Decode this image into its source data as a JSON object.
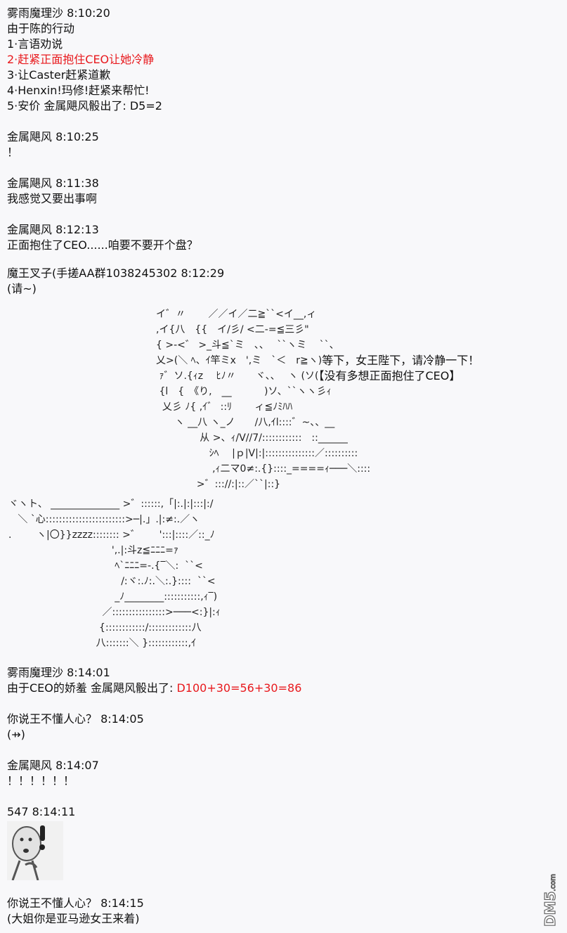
{
  "messages": [
    {
      "header": "雾雨魔理沙 8:10:20",
      "lines": [
        "由于陈的行动",
        "1·言语劝说",
        "2·赶紧正面抱住CEO让她冷静",
        "3·让Caster赶紧道歉",
        "4·Henxin!玛修!赶紧来帮忙!",
        "5·安价 金属飓风骰出了: D5=2"
      ]
    },
    {
      "header": "金属飓风 8:10:25",
      "lines": [
        "！"
      ]
    },
    {
      "header": "金属飓风 8:11:38",
      "lines": [
        "我感觉又要出事啊"
      ]
    },
    {
      "header": "金属飓风 8:12:13",
      "lines": [
        "正面抱住了CEO......咱要不要开个盘？"
      ]
    },
    {
      "header": "魔王叉子(手搓AA群1038245302 8:12:29",
      "lines": [
        "(请~)"
      ]
    },
    {
      "header": "雾雨魔理沙 8:14:01",
      "lines": [
        "由于CEO的娇羞 金属飓风骰出了: "
      ],
      "roll": "D100+30=56+30=86"
    },
    {
      "header": "你说王不懂人心？ 8:14:05",
      "lines": [
        "(⇸)"
      ]
    },
    {
      "header": "金属飓风 8:14:07",
      "lines": [
        "！！！！！！"
      ]
    },
    {
      "header": "547 8:14:11",
      "lines": []
    },
    {
      "header": "你说王不懂人心？ 8:14:15",
      "lines": [
        "(大姐你是亚马逊女王来着)"
      ]
    }
  ],
  "aa": {
    "lines": [
      "イ゛〃　　 ／／イ／二≧``<イ__,ィ",
      ",イ{八　{{　イ/彡/ <二-=≦三彡\"",
      "{ >-<゛ >_斗≦`ミ　、、　 ``ヽミ　 ``、",
      "乂>(＼ ﾍ、ｲ竿ミx　',ミ　`＜　r≧ヽ)",
      " ｧ゛ソ.{ｨz　 ﾋﾉ〃　　ヾ、、　 ヽ (ソ(",
      " {l　{　《り,　__　　　 )ソ、``ヽヽ彡ｨ",
      "  乂彡 ﾉ{ ,ｲ゛ ::ﾘ　　 ィ≦ﾉﾐﾊﾊ",
      "      ヽ __八 ヽ_ノ　　/八,ｲl::::゛~、、__",
      "              从 >、ｨ/V//7/::::::::::::　::______",
      "                 ｼﾍ　 |ｐ|V|:|:::::::::::::::／::::::::::",
      "                  ,ｨ二マ0≠:.{}::::_====ｨ───＼::::",
      "             >゛::://:|::／``|::}"
    ],
    "speech1": "等下，女王陛下，请冷静一下！",
    "speech2": "【没有多想正面抱住了CEO】",
    "lower": [
      "ヾヽト、 ______________ >゛::::::,「|:.|:|:::|:/",
      "   ＼ `心::::::::::::::::::::::::>─|.」.|:≠:.／ヽ",
      ".        ヽ|〇}}zzzz:::::::: >゛      ':::|::::／::_ﾉ",
      "                                 ',.|:斗z≦ﾆﾆﾆ=ｧ",
      "                                  ﾍ`ﾆﾆﾆ=-.{‾＼:  ``<",
      "                                    /:ヾ:.ﾉ:.＼:.}::::  ``<",
      "                                  _ﾉ________:::::::::::,ｨ‾)",
      "                              ／::::::::::::::::>───<:}|:ｨ",
      "                             {::::::::::::/:::::::::::::八",
      "                            八:::::::＼ }::::::::::::,ｲ"
    ]
  },
  "watermark": "DM5.com"
}
